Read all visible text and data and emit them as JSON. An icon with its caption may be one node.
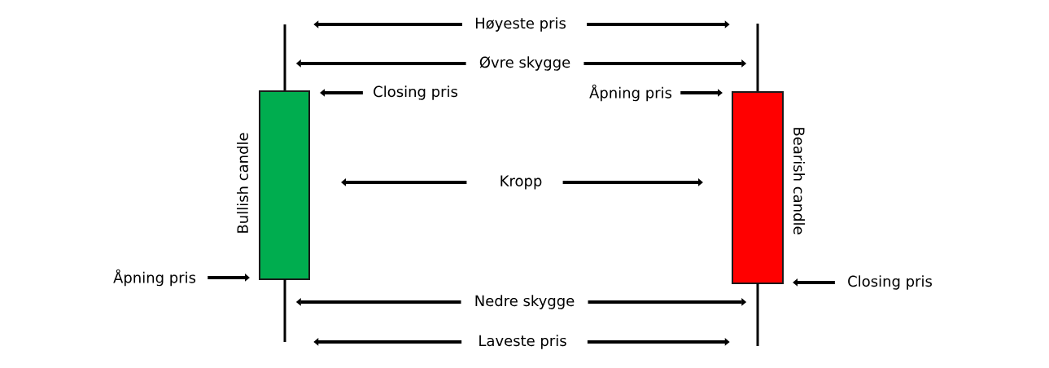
{
  "diagram": {
    "nodes": [
      {
        "text": [],
        "shape": "line"
      },
      {
        "text": [
          "Høyeste pris"
        ]
      },
      {
        "text": [],
        "shape": "line"
      },
      {
        "text": [
          "Øvre skygge"
        ]
      },
      {
        "text": [],
        "shape": "box",
        "beside": [
          "Bullish candle"
        ]
      },
      {
        "text": [
          "Closing pris"
        ]
      },
      {
        "text": [
          "Åpning pris"
        ]
      },
      {
        "text": [],
        "shape": "box",
        "beside": [
          "Bearish candle"
        ]
      },
      {
        "text": [
          "Kropp"
        ]
      },
      {
        "text": [
          "Åpning pris"
        ]
      },
      {
        "text": [
          "Closing pris"
        ]
      },
      {
        "text": [],
        "shape": "line"
      },
      {
        "text": [
          "Nedre skygge"
        ]
      },
      {
        "text": [],
        "shape": "line"
      },
      {
        "text": [
          "Laveste pris"
        ]
      }
    ],
    "edges": [
      {
        "from": 1,
        "to": 0,
        "arrow": "to"
      },
      {
        "from": 1,
        "to": 2,
        "arrow": "to"
      },
      {
        "from": 3,
        "to": 0,
        "arrow": "to"
      },
      {
        "from": 3,
        "to": 2,
        "arrow": "to"
      },
      {
        "from": 5,
        "to": 4,
        "arrow": "to"
      },
      {
        "from": 6,
        "to": 7,
        "arrow": "to"
      },
      {
        "from": 8,
        "to": 4,
        "arrow": "to"
      },
      {
        "from": 8,
        "to": 7,
        "arrow": "to"
      },
      {
        "from": 9,
        "to": 4,
        "arrow": "to"
      },
      {
        "from": 10,
        "to": 7,
        "arrow": "to"
      },
      {
        "from": 12,
        "to": 11,
        "arrow": "to"
      },
      {
        "from": 12,
        "to": 13,
        "arrow": "to"
      },
      {
        "from": 14,
        "to": 11,
        "arrow": "to"
      },
      {
        "from": 14,
        "to": 13,
        "arrow": "to"
      }
    ]
  }
}
